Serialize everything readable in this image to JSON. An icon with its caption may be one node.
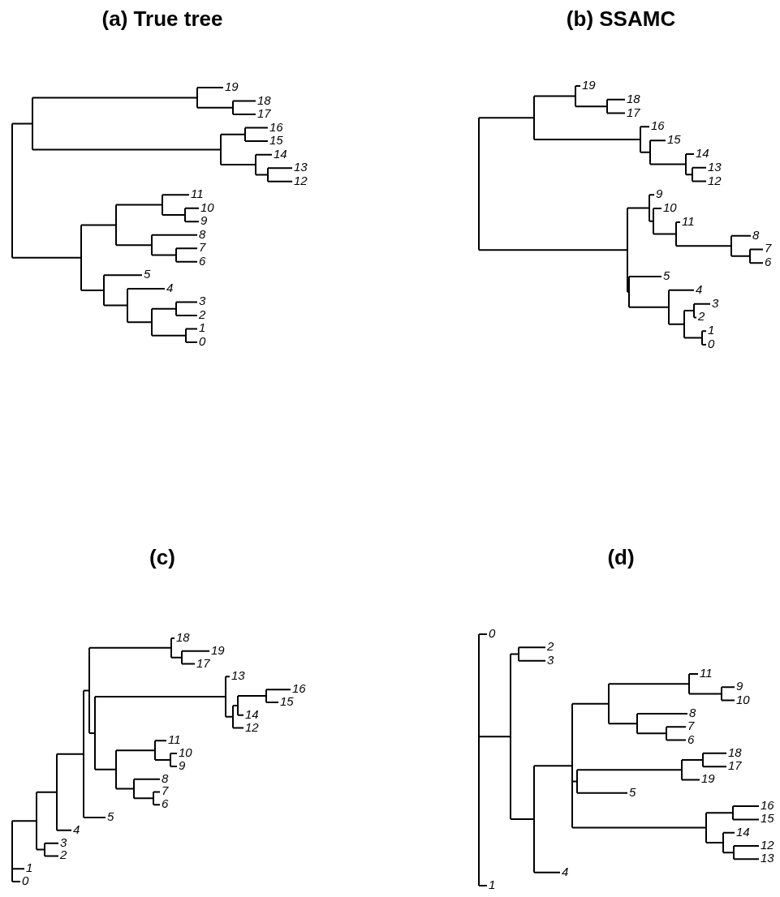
{
  "diagram": {
    "labels": [
      "(a) True tree",
      "19",
      "18",
      "17",
      "16",
      "15",
      "14",
      "13",
      "12",
      "11",
      "10",
      "9",
      "8",
      "7",
      "6",
      "5",
      "4",
      "3",
      "2",
      "1",
      "0",
      "(b) SSAMC",
      "19",
      "18",
      "17",
      "16",
      "15",
      "14",
      "13",
      "12",
      "9",
      "10",
      "11",
      "8",
      "7",
      "6",
      "5",
      "4",
      "3",
      "2",
      "1",
      "0",
      "(c)",
      "18",
      "19",
      "17",
      "13",
      "16",
      "15",
      "14",
      "12",
      "11",
      "10",
      "9",
      "8",
      "7",
      "6",
      "5",
      "4",
      "3",
      "2",
      "1",
      "0",
      "(d)",
      "0",
      "2",
      "3",
      "11",
      "9",
      "10",
      "8",
      "7",
      "6",
      "18",
      "17",
      "19",
      "5",
      "16",
      "15",
      "14",
      "12",
      "13",
      "4",
      "1"
    ]
  }
}
